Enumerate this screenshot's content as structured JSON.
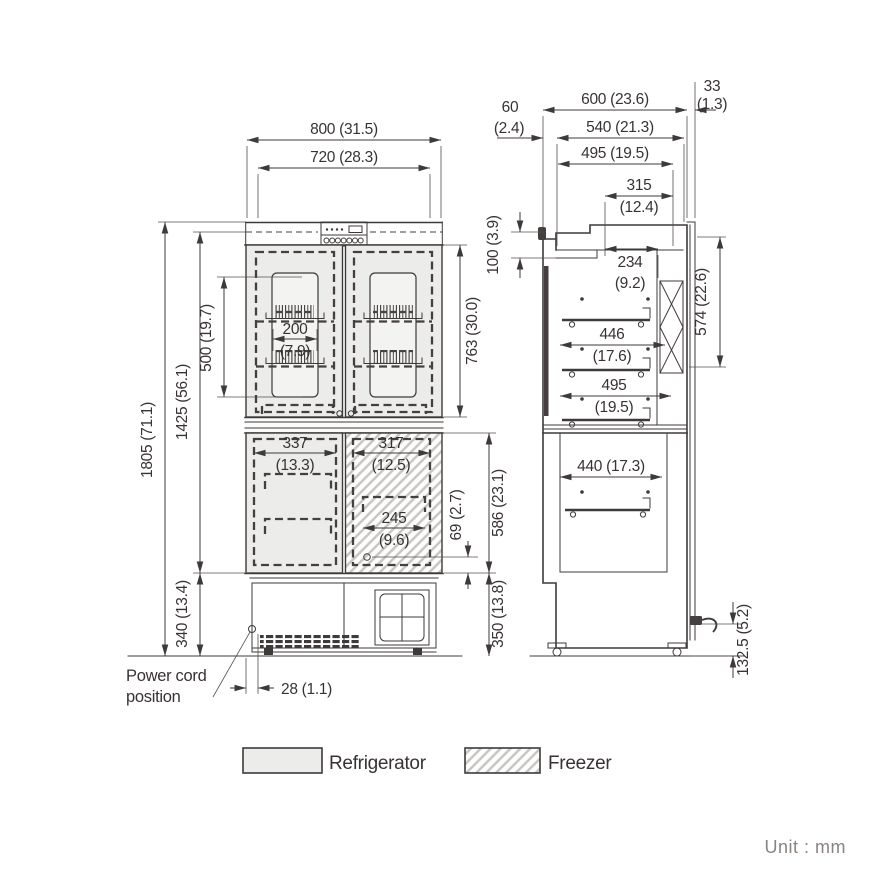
{
  "front_view": {
    "dim_width_outer": "800 (31.5)",
    "dim_width_doors": "720 (28.3)",
    "dim_height_total": "1805 (71.1)",
    "dim_height_body": "1425 (56.1)",
    "dim_window_height": "500 (19.7)",
    "dim_rack_width": {
      "mm": "200",
      "inch": "(7.9)"
    },
    "dim_upper_door_height": "763 (30.0)",
    "dim_lower_left_width": {
      "mm": "337",
      "inch": "(13.3)"
    },
    "dim_lower_right_width": {
      "mm": "317",
      "inch": "(12.5)"
    },
    "dim_freezer_inner_width": {
      "mm": "245",
      "inch": "(9.6)"
    },
    "dim_drain_offset": "69 (2.7)",
    "dim_lower_door_height": "586 (23.1)",
    "dim_base_height_left": "340 (13.4)",
    "dim_base_height_right": "350 (13.8)",
    "dim_power_cord_offset": "28 (1.1)",
    "power_cord_label": [
      "Power cord",
      "position"
    ]
  },
  "side_view": {
    "dim_door_depth": {
      "mm": "60",
      "inch": "(2.4)"
    },
    "dim_depth_total": "600 (23.6)",
    "dim_back_clearance": {
      "mm": "33",
      "inch": "(1.3)"
    },
    "dim_body_depth": "540 (21.3)",
    "dim_interior_depth": "495 (19.5)",
    "dim_top_shelf_depth": {
      "mm": "315",
      "inch": "(12.4)"
    },
    "dim_top_recess_height": "100 (3.9)",
    "dim_upper_shelf_depth": {
      "mm": "234",
      "inch": "(9.2)"
    },
    "dim_interior_height": "574 (22.6)",
    "dim_mid_shelf_depth": {
      "mm": "446",
      "inch": "(17.6)"
    },
    "dim_lower_shelf_depth": {
      "mm": "495",
      "inch": "(19.5)"
    },
    "dim_freezer_shelf_depth": "440 (17.3)",
    "dim_cord_height": "132.5 (5.2)"
  },
  "legend": {
    "refrigerator": "Refrigerator",
    "freezer": "Freezer"
  },
  "footer": {
    "unit": "Unit : mm"
  },
  "colors": {
    "line": "#3e3a39",
    "refrigerator_fill": "#ececeb",
    "hatch_line": "#c9c7c5",
    "muted_text": "#8a8480"
  }
}
